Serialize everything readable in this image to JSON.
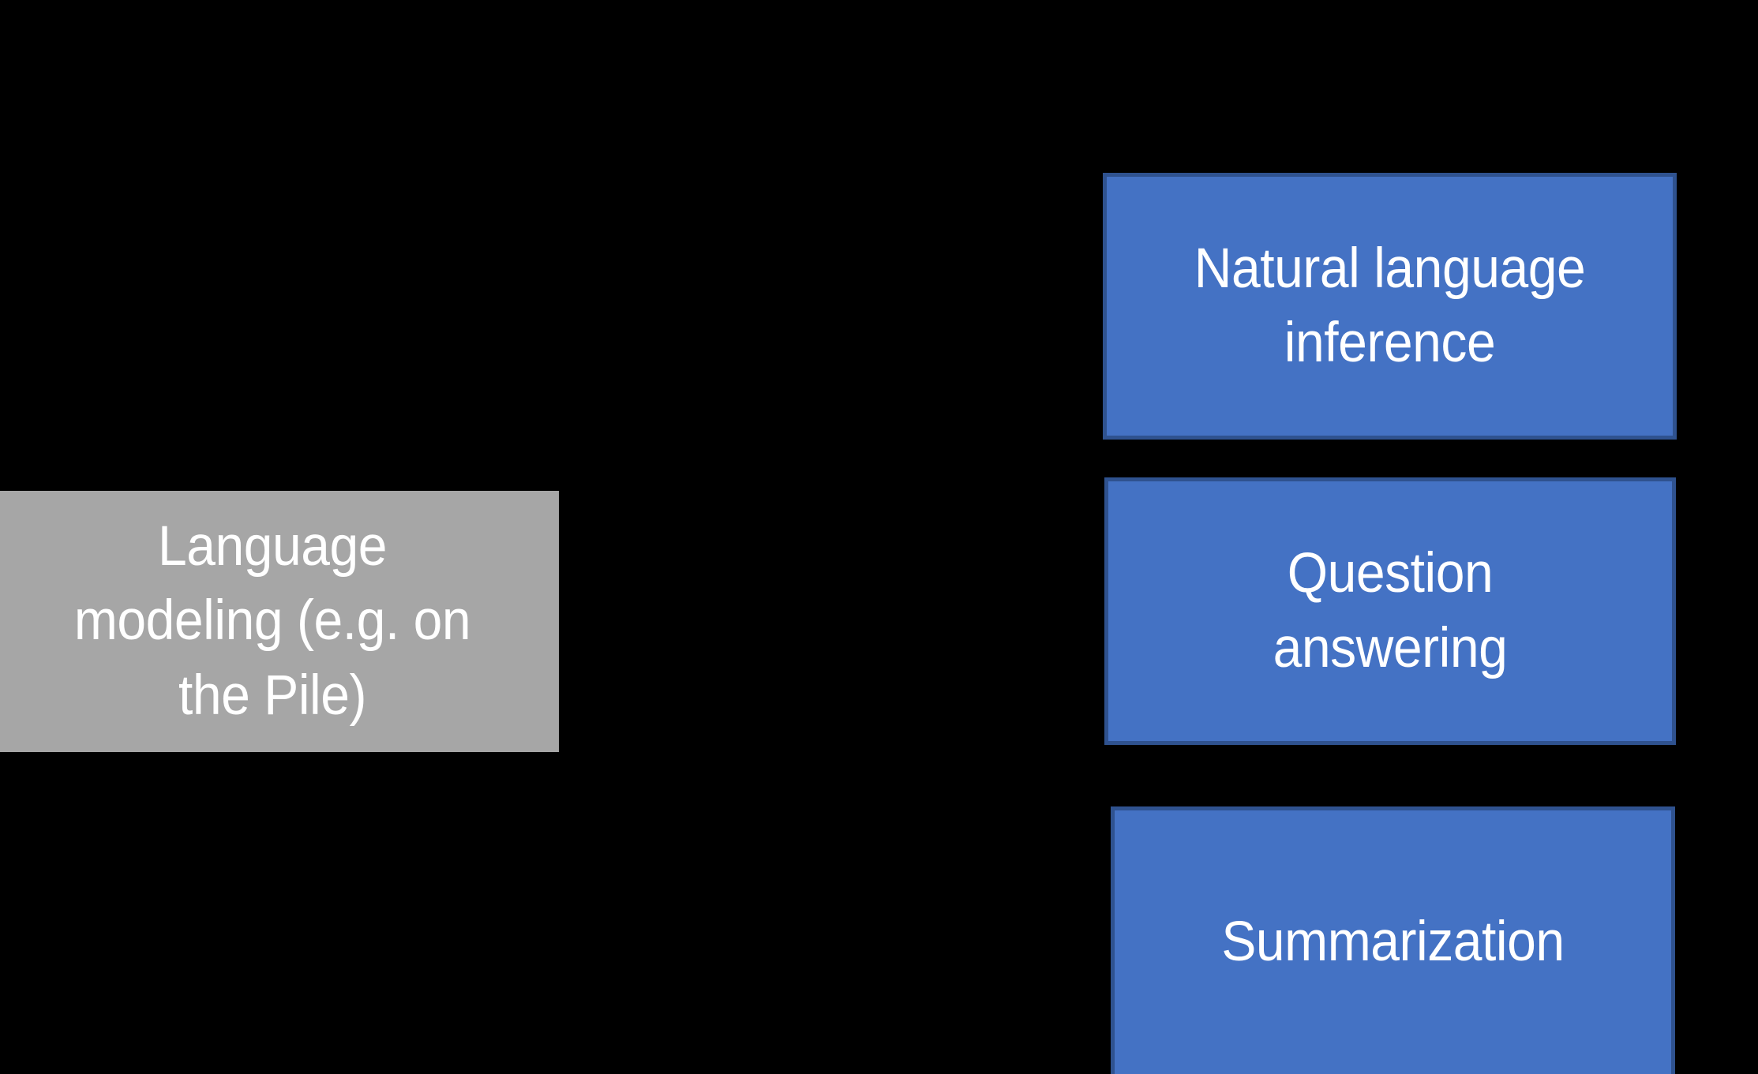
{
  "slide": {
    "background_color": "#000000",
    "source_node": {
      "id": "language-modeling",
      "label": "Language\nmodeling (e.g. on\nthe Pile)",
      "fill_color": "#A6A6A6",
      "text_color": "#FFFFFF",
      "role": "pretraining-task"
    },
    "task_nodes": [
      {
        "id": "natural-language-inference",
        "label": "Natural language\ninference",
        "fill_color": "#4472C4",
        "border_color": "#2F528F",
        "text_color": "#FFFFFF",
        "role": "downstream-task"
      },
      {
        "id": "question-answering",
        "label": "Question\nanswering",
        "fill_color": "#4472C4",
        "border_color": "#2F528F",
        "text_color": "#FFFFFF",
        "role": "downstream-task"
      },
      {
        "id": "summarization",
        "label": "Summarization",
        "fill_color": "#4472C4",
        "border_color": "#2F528F",
        "text_color": "#FFFFFF",
        "role": "downstream-task"
      }
    ]
  }
}
